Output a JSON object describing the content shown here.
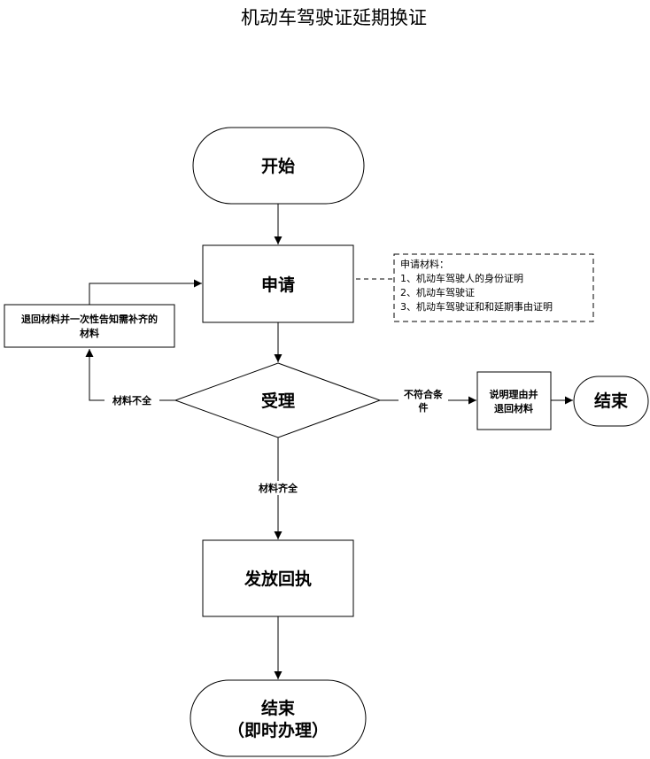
{
  "title": "机动车驾驶证延期换证",
  "nodes": {
    "start": {
      "label": "开始"
    },
    "apply": {
      "label": "申请"
    },
    "accept": {
      "label": "受理"
    },
    "return_incomplete": {
      "line1": "退回材料并一次性告知需补齐的",
      "line2": "材料"
    },
    "explain_return": {
      "line1": "说明理由并",
      "line2": "退回材料"
    },
    "end_reject": {
      "label": "结束"
    },
    "issue_receipt": {
      "label": "发放回执"
    },
    "end_final": {
      "line1": "结束",
      "line2": "（即时办理）"
    }
  },
  "edges": {
    "incomplete": "材料不全",
    "not_eligible": {
      "line1": "不符合条",
      "line2": "件"
    },
    "complete": "材料齐全"
  },
  "note": {
    "heading": "申请材料：",
    "items": [
      "1、机动车驾驶人的身份证明",
      "2、机动车驾驶证",
      "3、机动车驾驶证和和延期事由证明"
    ]
  }
}
